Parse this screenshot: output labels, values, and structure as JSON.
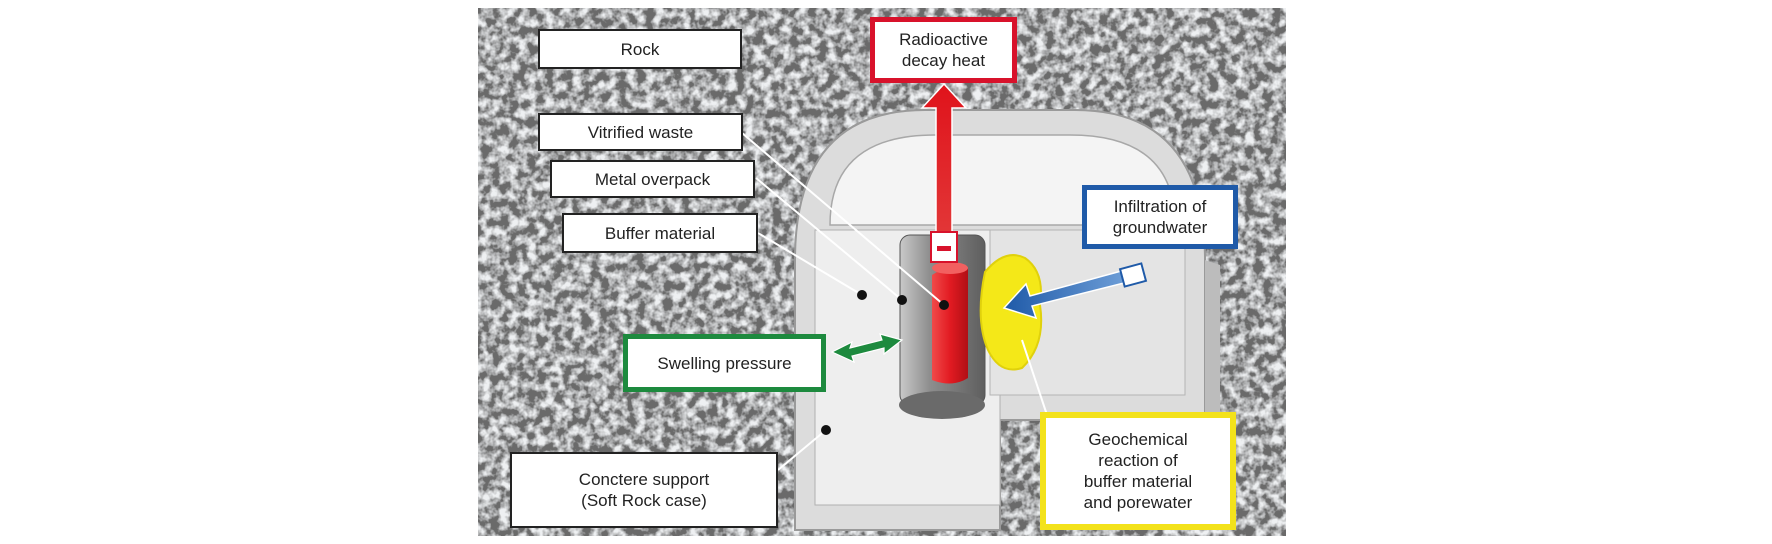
{
  "labels": {
    "rock": "Rock",
    "decay_heat": "Radioactive\ndecay heat",
    "vitrified_waste": "Vitrified waste",
    "metal_overpack": "Metal overpack",
    "buffer_material": "Buffer material",
    "groundwater": "Infiltration of\ngroundwater",
    "swelling_pressure": "Swelling pressure",
    "geochemical": "Geochemical\nreaction of\nbuffer material\nand porewater",
    "concrete_support": "Conctere support\n(Soft Rock case)"
  },
  "colors": {
    "heat": "#d8122b",
    "groundwater": "#1f5aa8",
    "swelling": "#1d8a3e",
    "geochemical": "#f3e21b",
    "rock_base": "#6b6b6b"
  }
}
